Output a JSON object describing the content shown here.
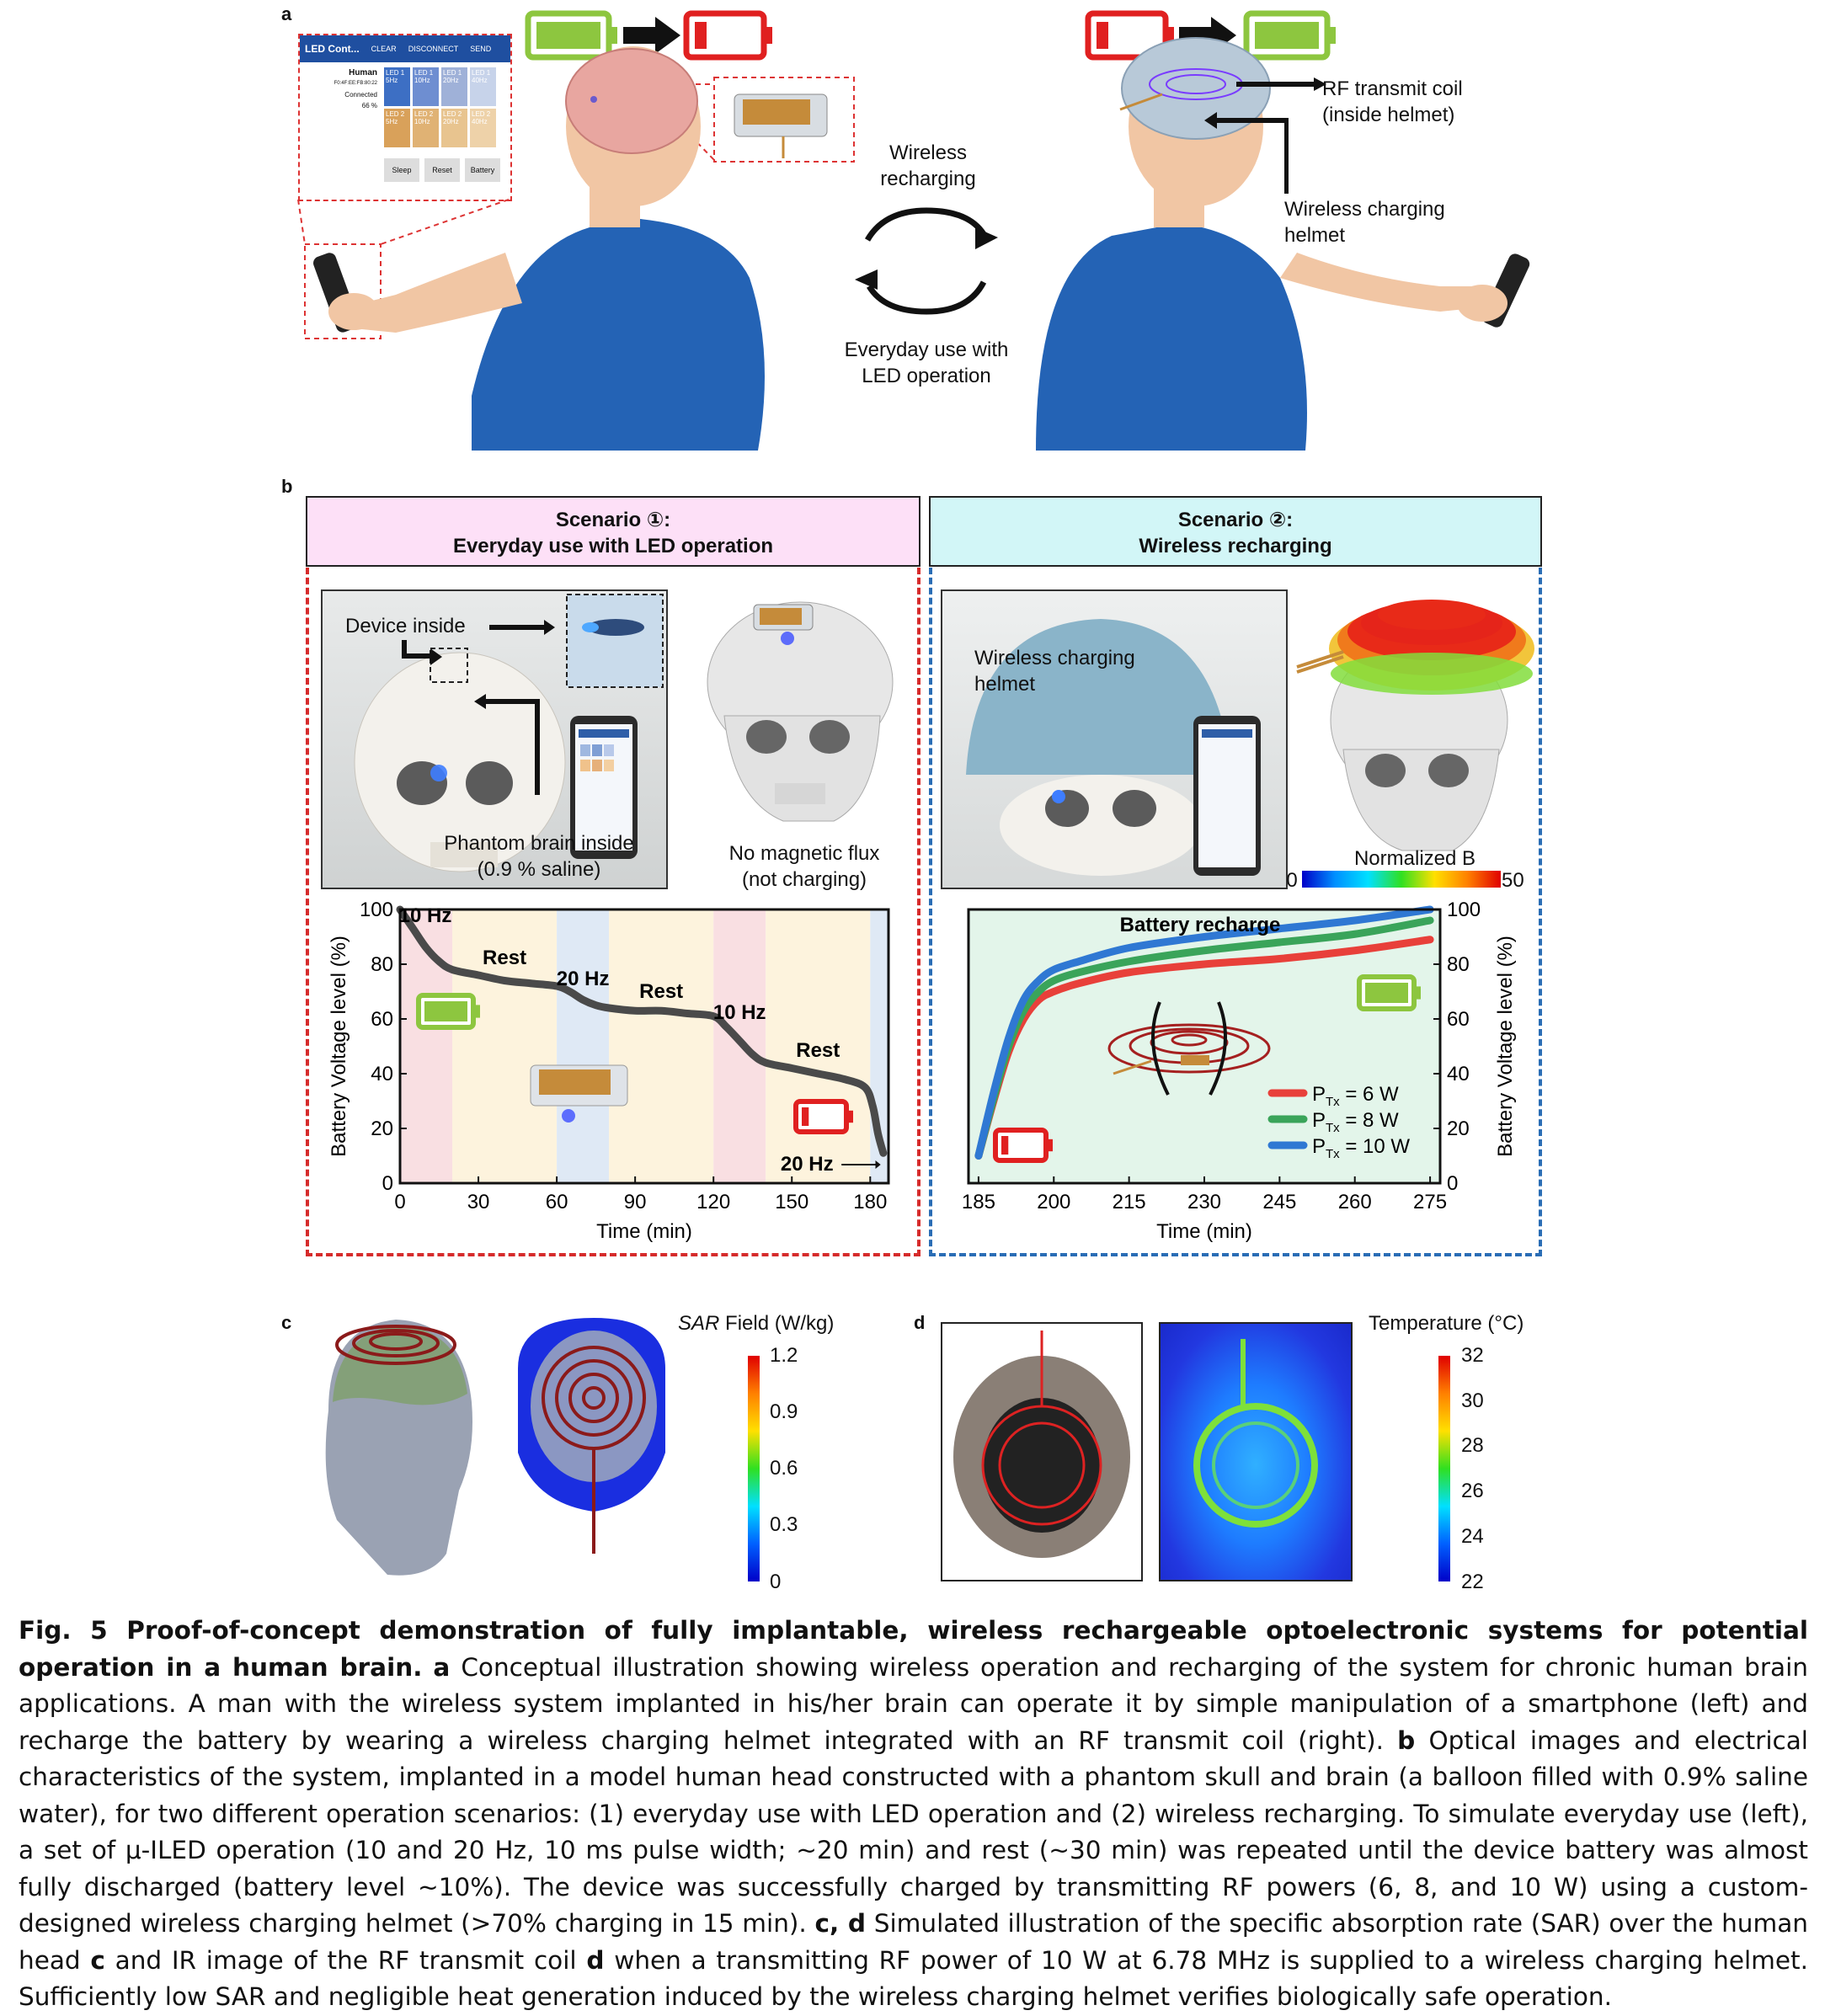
{
  "panel_labels": {
    "a": "a",
    "b": "b",
    "c": "c",
    "d": "d"
  },
  "panel_a": {
    "app": {
      "title": "LED Cont...",
      "menu": [
        "CLEAR",
        "DISCONNECT",
        "SEND"
      ],
      "device_name": "Human",
      "device_addr": "F0:4F:EE:FB:80:22",
      "status": "Connected",
      "battery": "66 %",
      "led_buttons": [
        [
          "LED 1 5Hz",
          "LED 1 10Hz",
          "LED 1 20Hz",
          "LED 1 40Hz"
        ],
        [
          "LED 2 5Hz",
          "LED 2 10Hz",
          "LED 2 20Hz",
          "LED 2 40Hz"
        ]
      ],
      "bottom_buttons": [
        "Sleep",
        "Reset",
        "Battery"
      ]
    },
    "wireless_recharging": "Wireless recharging",
    "everyday_use": "Everyday use with LED operation",
    "rf_coil": "RF transmit coil (inside helmet)",
    "charging_helmet": "Wireless charging helmet"
  },
  "panel_b": {
    "scenario1_title": "Scenario ①:",
    "scenario1_subtitle": "Everyday use with LED operation",
    "scenario2_title": "Scenario ②:",
    "scenario2_subtitle": "Wireless recharging",
    "device_inside": "Device inside",
    "phantom_brain_line1": "Phantom brain inside",
    "phantom_brain_line2": "(0.9 % saline)",
    "no_flux_line1": "No magnetic flux",
    "no_flux_line2": "(not charging)",
    "helmet_label_line1": "Wireless charging",
    "helmet_label_line2": "helmet",
    "normalized_b": "Normalized B",
    "norm_min": "0",
    "norm_max": "50"
  },
  "chart_data": [
    {
      "type": "line",
      "xlabel": "Time (min)",
      "ylabel": "Battery Voltage level (%)",
      "xlim": [
        0,
        187
      ],
      "ylim": [
        0,
        100
      ],
      "xticks": [
        0,
        30,
        60,
        90,
        120,
        150,
        180
      ],
      "yticks": [
        0,
        20,
        40,
        60,
        80,
        100
      ],
      "shaded_regions": [
        {
          "from": 0,
          "to": 20,
          "label": "10 Hz",
          "color": "#f9dfe2"
        },
        {
          "from": 20,
          "to": 60,
          "label": "Rest",
          "color": "#fdf3dd"
        },
        {
          "from": 60,
          "to": 80,
          "label": "20 Hz",
          "color": "#dfe9f5"
        },
        {
          "from": 80,
          "to": 120,
          "label": "Rest",
          "color": "#fdf3dd"
        },
        {
          "from": 120,
          "to": 140,
          "label": "10 Hz",
          "color": "#f9dfe2"
        },
        {
          "from": 140,
          "to": 180,
          "label": "Rest",
          "color": "#fdf3dd"
        },
        {
          "from": 180,
          "to": 187,
          "label": "20 Hz",
          "color": "#dfe9f5"
        }
      ],
      "series": [
        {
          "x": [
            0,
            5,
            10,
            15,
            20,
            30,
            40,
            50,
            60,
            65,
            70,
            75,
            80,
            90,
            100,
            110,
            120,
            125,
            130,
            135,
            140,
            150,
            160,
            170,
            178,
            181,
            183,
            185
          ],
          "y": [
            100,
            93,
            86,
            81,
            78,
            76,
            74,
            73,
            72,
            70,
            67,
            65,
            64,
            63,
            63,
            62,
            61,
            57,
            52,
            47,
            44,
            42,
            40,
            38,
            35,
            28,
            18,
            11
          ],
          "color": "#4a4a4a"
        }
      ]
    },
    {
      "type": "line",
      "title": "Battery recharge",
      "xlabel": "Time (min)",
      "ylabel": "Battery Voltage level (%)",
      "xlim": [
        183,
        277
      ],
      "ylim": [
        0,
        100
      ],
      "xticks": [
        185,
        200,
        215,
        230,
        245,
        260,
        275
      ],
      "yticks": [
        0,
        20,
        40,
        60,
        80,
        100
      ],
      "series": [
        {
          "name": "P_Tx = 6 W",
          "color": "#e8403a",
          "x": [
            185,
            188,
            191,
            194,
            197,
            200,
            205,
            215,
            230,
            245,
            260,
            275
          ],
          "y": [
            10,
            30,
            48,
            60,
            67,
            70,
            73,
            77,
            80,
            82,
            85,
            89
          ]
        },
        {
          "name": "P_Tx = 8 W",
          "color": "#3aa45a",
          "x": [
            185,
            188,
            191,
            194,
            197,
            200,
            205,
            215,
            230,
            245,
            260,
            275
          ],
          "y": [
            10,
            31,
            50,
            63,
            70,
            74,
            77,
            81,
            85,
            88,
            91,
            96
          ]
        },
        {
          "name": "P_Tx = 10 W",
          "color": "#2f78d3",
          "x": [
            185,
            188,
            191,
            194,
            197,
            200,
            205,
            215,
            230,
            245,
            260,
            275
          ],
          "y": [
            10,
            33,
            53,
            67,
            74,
            78,
            81,
            86,
            90,
            93,
            96,
            100
          ]
        }
      ]
    }
  ],
  "panel_c": {
    "sar_prefix": "SAR",
    "sar_suffix": " Field (W/kg)",
    "ticks": [
      "1.2",
      "0.9",
      "0.6",
      "0.3",
      "0"
    ]
  },
  "panel_d": {
    "colorbar_title": "Temperature (°C)",
    "ticks": [
      "32",
      "30",
      "28",
      "26",
      "24",
      "22"
    ]
  },
  "caption": {
    "fig_title": "Fig. 5 Proof-of-concept demonstration of fully implantable, wireless rechargeable optoelectronic systems for potential operation in a human brain.",
    "a_label": "a",
    "a_text": " Conceptual illustration showing wireless operation and recharging of the system for chronic human brain applications. A man with the wireless system implanted in his/her brain can operate it by simple manipulation of a smartphone (left) and recharge the battery by wearing a wireless charging helmet integrated with an RF transmit coil (right). ",
    "b_label": "b",
    "b_text": " Optical images and electrical characteristics of the system, implanted in a model human head constructed with a phantom skull and brain (a balloon filled with 0.9% saline water), for two different operation scenarios: (1) everyday use with LED operation and (2) wireless recharging. To simulate everyday use (left), a set of μ-ILED operation (10 and 20 Hz, 10 ms pulse width; ~20 min) and rest (~30 min) was repeated until the device battery was almost fully discharged (battery level ~10%). The device was successfully charged by transmitting RF powers (6, 8, and 10 W) using a custom-designed wireless charging helmet (>70% charging in 15 min). ",
    "cd_label": "c, d",
    "cd_text": " Simulated illustration of the specific absorption rate (SAR) over the human head ",
    "c_label": "c",
    "c_text": " and IR image of the RF transmit coil ",
    "d_label": "d",
    "d_text": " when a transmitting RF power of 10 W at 6.78 MHz is supplied to a wireless charging helmet. Sufficiently low SAR and negligible heat generation induced by the wireless charging helmet verifies biologically safe operation."
  }
}
